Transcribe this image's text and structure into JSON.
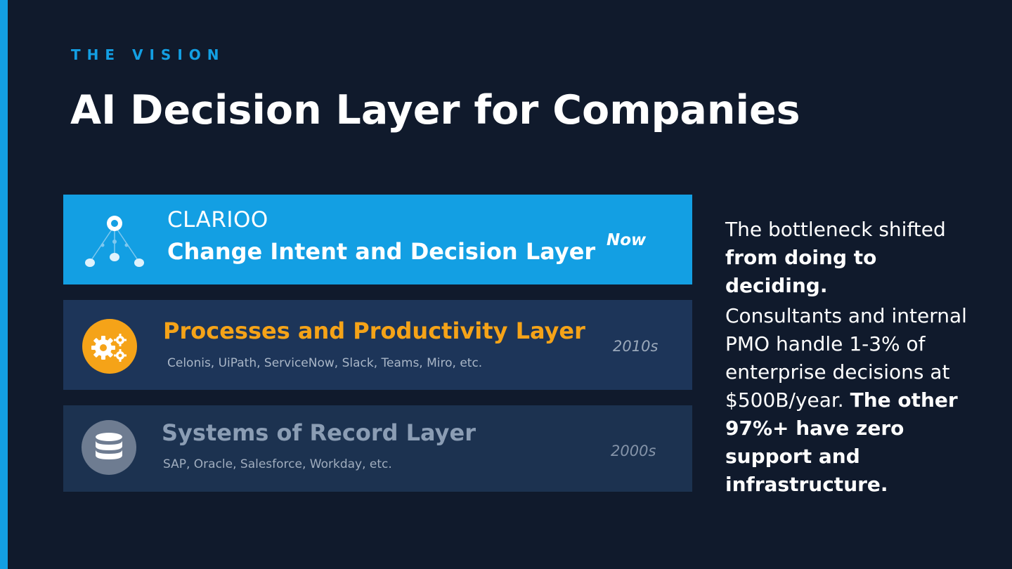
{
  "slide": {
    "eyebrow": "THE VISION",
    "title": "AI Decision Layer for Companies"
  },
  "layers": {
    "now": {
      "brand": "CLARIOO",
      "name": "Change Intent and Decision Layer",
      "era": "Now",
      "icon": "hierarchy-network-icon",
      "color": "#139fe3"
    },
    "productivity": {
      "name": "Processes and Productivity Layer",
      "tools": "Celonis, UiPath, ServiceNow, Slack, Teams, Miro, etc.",
      "era": "2010s",
      "icon": "gears-icon",
      "color": "#f5a318"
    },
    "record": {
      "name": "Systems of Record Layer",
      "tools": "SAP, Oracle, Salesforce, Workday, etc.",
      "era": "2000s",
      "icon": "database-icon",
      "color": "#8b9db4"
    }
  },
  "side": {
    "p1_line1": "The bottleneck shifted",
    "p1_bold": "from doing to deciding.",
    "p2_text": "Consultants and internal PMO handle 1-3% of enterprise decisions at $500B/year.",
    "p2_bold": "The other 97%+ have zero support and infrastructure."
  },
  "colors": {
    "background": "#101a2c",
    "accent": "#139fe3"
  }
}
